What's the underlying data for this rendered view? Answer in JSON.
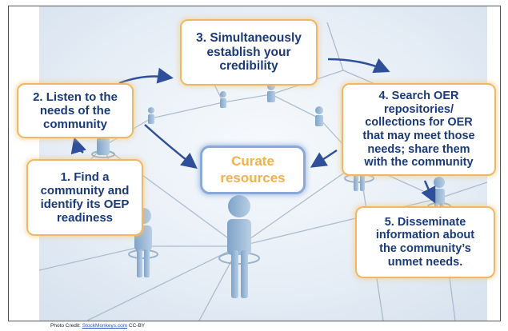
{
  "center": {
    "line1": "Curate",
    "line2": "resources"
  },
  "steps": [
    {
      "lines": [
        "1. Find a",
        "community and",
        "identify its OEP",
        "readiness"
      ]
    },
    {
      "lines": [
        "2. Listen to the",
        "needs of the",
        "community"
      ]
    },
    {
      "lines": [
        "3. Simultaneously",
        "establish your",
        "credibility"
      ]
    },
    {
      "lines": [
        "4. Search OER",
        "repositories/",
        "collections for OER",
        "that may meet those",
        "needs; share them",
        "with the community"
      ]
    },
    {
      "lines": [
        "5. Disseminate",
        "information about",
        "the community’s",
        "unmet needs."
      ]
    }
  ],
  "credit": {
    "prefix": "Photo Credit: ",
    "link": "StockMonkeys.com",
    "suffix": " CC-BY"
  },
  "colors": {
    "box_border": "#f0b864",
    "text": "#1a3a78",
    "center_text": "#f4b04c",
    "center_border": "#8aa8d8",
    "arrow": "#2f4f9a"
  }
}
